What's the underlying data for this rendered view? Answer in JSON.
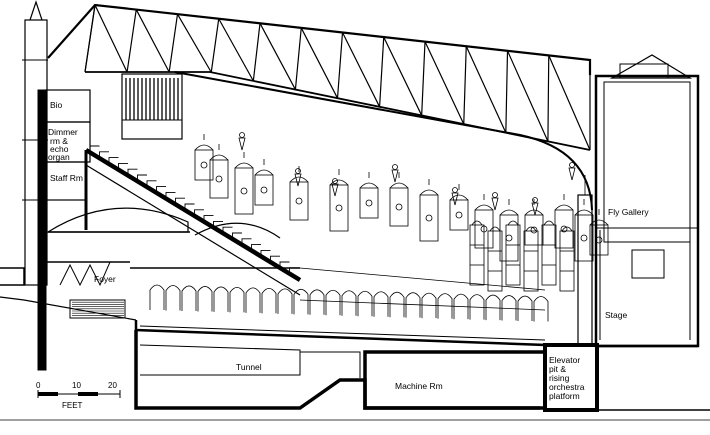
{
  "labels": {
    "bio": "Bio",
    "dimmer_line1": "Dimmer",
    "dimmer_line2": "rm &",
    "dimmer_line3": "echo",
    "dimmer_line4": "organ",
    "staff": "Staff Rm",
    "foyer": "Foyer",
    "fly_gallery": "Fly Gallery",
    "stage": "Stage",
    "tunnel": "Tunnel",
    "machine": "Machine Rm",
    "elevator_line1": "Elevator",
    "elevator_line2": "pit &",
    "elevator_line3": "rising",
    "elevator_line4": "orchestra",
    "elevator_line5": "platform"
  },
  "scale_bar": {
    "tick_0": "0",
    "tick_10": "10",
    "tick_20": "20",
    "unit": "FEET"
  }
}
